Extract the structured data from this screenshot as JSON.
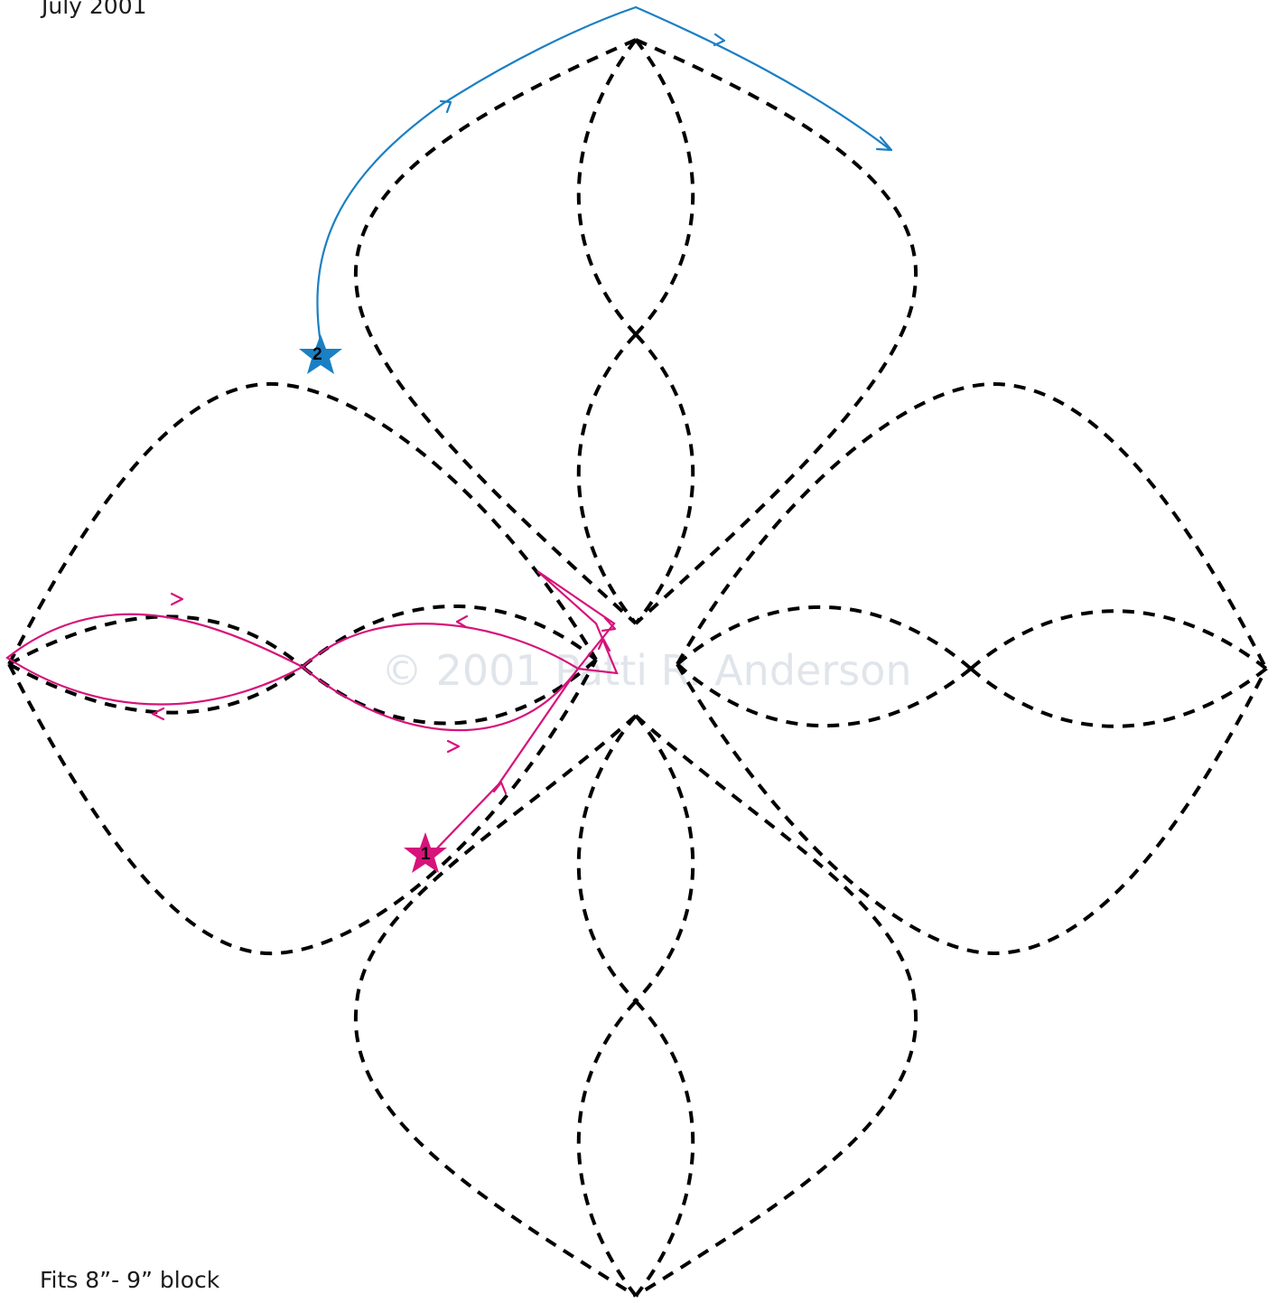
{
  "header": {
    "date_text": "July 2001"
  },
  "footer": {
    "fits_text": "Fits 8”- 9”  block"
  },
  "watermark": {
    "text": "© 2001 Patti R. Anderson"
  },
  "markers": {
    "start_1": {
      "label": "1",
      "color": "#d6137a"
    },
    "start_2": {
      "label": "2",
      "color": "#1a7fc4"
    }
  },
  "colors": {
    "stitch_line": "#000000",
    "path_1": "#d6137a",
    "path_2": "#1a7fc4"
  }
}
